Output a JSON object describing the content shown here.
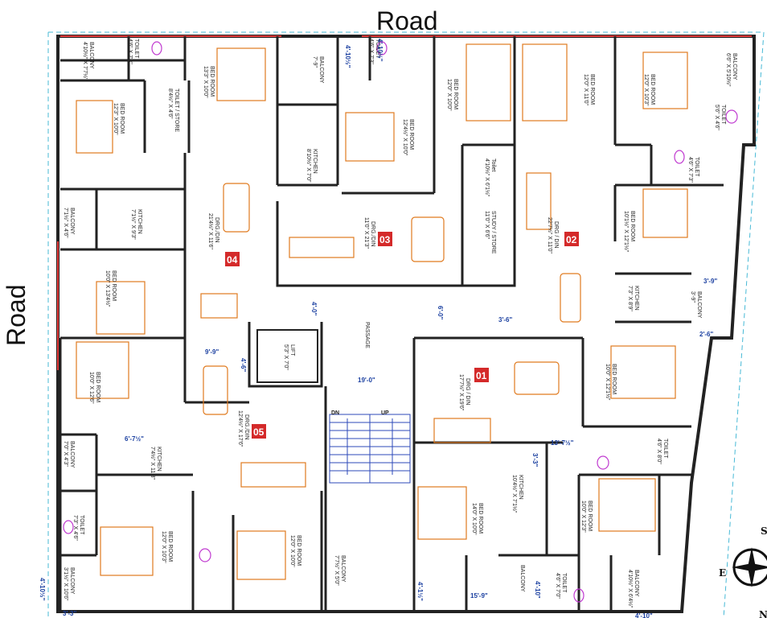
{
  "roads": {
    "top": "Road",
    "left": "Road"
  },
  "units": [
    {
      "id": "01",
      "label": "DRG / DIN",
      "size": "17'7½\" X 19'6\""
    },
    {
      "id": "02",
      "label": "DRG / DIN",
      "size": "22'7½\" X 11'0\""
    },
    {
      "id": "03",
      "label": "DRG./DIN",
      "size": "11'0\" X 21'3\""
    },
    {
      "id": "04",
      "label": "DRG./DIN",
      "size": "21'4½\" X 11'6\""
    },
    {
      "id": "05",
      "label": "DRG./DIN",
      "size": "12'4½\" X 17'6\""
    }
  ],
  "rooms": {
    "balcony_tl": [
      "BALCONY",
      "4'10½\" X 7'7½\""
    ],
    "toilet_tl": [
      "TOILET",
      "4'6\" X 7'3\""
    ],
    "bed_tl": [
      "BED ROOM",
      "13'3\" X 10'0\""
    ],
    "toilet_store_tl": [
      "TOILET / STORE",
      "8'4½\" X 4'6\""
    ],
    "bed_l1": [
      "BED ROOM",
      "12'3\" X 10'0\""
    ],
    "balcony_tm": [
      "BALCONY",
      "7'-9\""
    ],
    "toilet_tm": [
      "TOILET",
      "4'6\" X 7'3\""
    ],
    "bed_tm": [
      "BED ROOM",
      "12'4½\" X 10'0\""
    ],
    "kitchen_03": [
      "KITCHEN",
      "8'10½\" X 7'0\""
    ],
    "bed_tr1": [
      "BED ROOM",
      "12'0\" X 10'0\""
    ],
    "bed_tr2": [
      "BED ROOM",
      "12'0\" X 11'0\""
    ],
    "bed_tr3": [
      "BED ROOM",
      "12'0\" X 10'3\""
    ],
    "balcony_tr": [
      "BALCONY",
      "6'6\" X 5'10½\""
    ],
    "toilet_tr": [
      "TOILET",
      "5'6\" X 4'6\""
    ],
    "toilet_tr2": [
      "TOILET",
      "4'6\" X 7'3\""
    ],
    "toilet_02": [
      "Toilet",
      "4'10½\" X 6'1½\""
    ],
    "study_store": [
      "STUDY / STORE",
      "11'0\" X 6'6\""
    ],
    "balcony_l1": [
      "BALCONY",
      "7'1½\" X 4'6\""
    ],
    "kitchen_04": [
      "KITCHEN",
      "7'1½\" X 9'3\""
    ],
    "bed_r1": [
      "BED ROOM",
      "10'1½\" X 12'1½\""
    ],
    "bed_l2": [
      "BED ROOM",
      "10'0\" X 13'4½\""
    ],
    "kitchen_02": [
      "KITCHEN",
      "7'3\" X 8'9\""
    ],
    "balcony_r1": [
      "BALCONY",
      "3'-9\""
    ],
    "lift": [
      "LIFT",
      "5'3\" X 7'0\""
    ],
    "passage": [
      "PASSAGE",
      ""
    ],
    "bed_l3": [
      "BED ROOM",
      "10'0\" X 12'6\""
    ],
    "bed_r2": [
      "BED ROOM",
      "10'0\" X 12'1½\""
    ],
    "balcony_l2": [
      "BALCONY",
      "7'0\" X 4'3\""
    ],
    "kitchen_05": [
      "KITCHEN",
      "7'4½\" X 11'3\""
    ],
    "toilet_r3": [
      "TOILET",
      "4'6\" X 8'0\""
    ],
    "kitchen_01": [
      "KITCHEN",
      "10'4½\" X 7'1½\""
    ],
    "bed_c1": [
      "BED ROOM",
      "14'0\" X 10'0\""
    ],
    "bed_r3": [
      "BED ROOM",
      "10'0\" X 12'3\""
    ],
    "toilet_l3": [
      "TOILET",
      "7'3\" X 4'6\""
    ],
    "bed_l4": [
      "BED ROOM",
      "12'0\" X 10'3\""
    ],
    "bed_l5": [
      "BED ROOM",
      "12'0\" X 10'0\""
    ],
    "balcony_bl": [
      "BALCONY",
      "3'1½\" X 10'6\""
    ],
    "balcony_bm": [
      "BALCONY",
      "7'7½\" X 5'0\""
    ],
    "balcony_bc": [
      "BALCONY",
      ""
    ],
    "toilet_bc": [
      "TOILET",
      "4'6\" X 7'0\""
    ],
    "balcony_br": [
      "BALCONY",
      "4'10½\" X 6'4½\""
    ]
  },
  "dims": {
    "d1": "4'-10½\"",
    "d2": "3'-3\"",
    "d3": "4'-0\"",
    "d4": "6'-0\"",
    "d5": "3'-6\"",
    "d6": "9'-9\"",
    "d7": "4'-6\"",
    "d8": "19'-0\"",
    "d9": "6'-7½\"",
    "d10": "13'-7½\"",
    "d11": "3'-3\"",
    "d12": "4'-1½\"",
    "d13": "15'-9\"",
    "d14": "4'-10\"",
    "d15": "3'-9\"",
    "d16": "2'-6\"",
    "d17": "4'-10½\"",
    "d18": "4'-10\"",
    "d19": "4'-10½\""
  },
  "stairs": {
    "dn": "DN",
    "up": "UP"
  },
  "compass": {
    "s": "S",
    "e": "E",
    "n": "N"
  },
  "colors": {
    "badge": "#d42a2a",
    "furniture": "#e07a1f",
    "sanitary": "#c03ad0",
    "dimension": "#1a3fa0",
    "wall": "#222222"
  }
}
